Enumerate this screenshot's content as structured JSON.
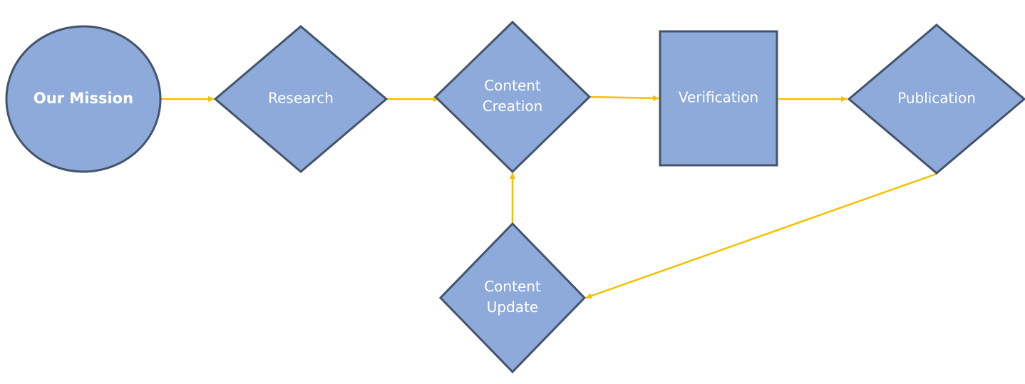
{
  "colors": {
    "node_fill": "#8eaadb",
    "node_stroke": "#44546a",
    "connector": "#f5c000",
    "label": "#ffffff"
  },
  "nodes": {
    "mission": {
      "shape": "circle",
      "lines": [
        "Our Mission"
      ]
    },
    "research": {
      "shape": "diamond",
      "lines": [
        "Research"
      ]
    },
    "creation": {
      "shape": "diamond",
      "lines": [
        "Content",
        "Creation"
      ]
    },
    "verification": {
      "shape": "rectangle",
      "lines": [
        "Verification"
      ]
    },
    "publication": {
      "shape": "diamond",
      "lines": [
        "Publication"
      ]
    },
    "update": {
      "shape": "diamond",
      "lines": [
        "Content",
        "Update"
      ]
    }
  },
  "edges": [
    {
      "from": "mission",
      "to": "research"
    },
    {
      "from": "research",
      "to": "creation"
    },
    {
      "from": "creation",
      "to": "verification"
    },
    {
      "from": "verification",
      "to": "publication"
    },
    {
      "from": "publication",
      "to": "update"
    },
    {
      "from": "update",
      "to": "creation"
    }
  ]
}
